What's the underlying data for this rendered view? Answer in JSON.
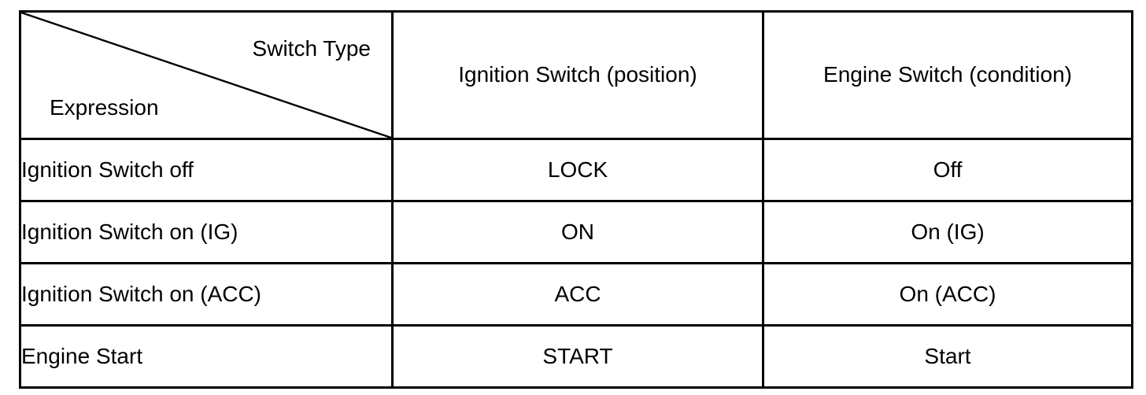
{
  "colors": {
    "background": "#ffffff",
    "border": "#000000",
    "text": "#000000"
  },
  "table": {
    "corner": {
      "top_label": "Switch Type",
      "bottom_label": "Expression"
    },
    "column_headers": {
      "ignition": "Ignition Switch (position)",
      "engine": "Engine Switch (condition)"
    },
    "rows": [
      {
        "expression": "Ignition Switch off",
        "ignition": "LOCK",
        "engine": "Off"
      },
      {
        "expression": "Ignition Switch on (IG)",
        "ignition": "ON",
        "engine": "On (IG)"
      },
      {
        "expression": "Ignition Switch on (ACC)",
        "ignition": "ACC",
        "engine": "On (ACC)"
      },
      {
        "expression": "Engine Start",
        "ignition": "START",
        "engine": "Start"
      }
    ]
  }
}
